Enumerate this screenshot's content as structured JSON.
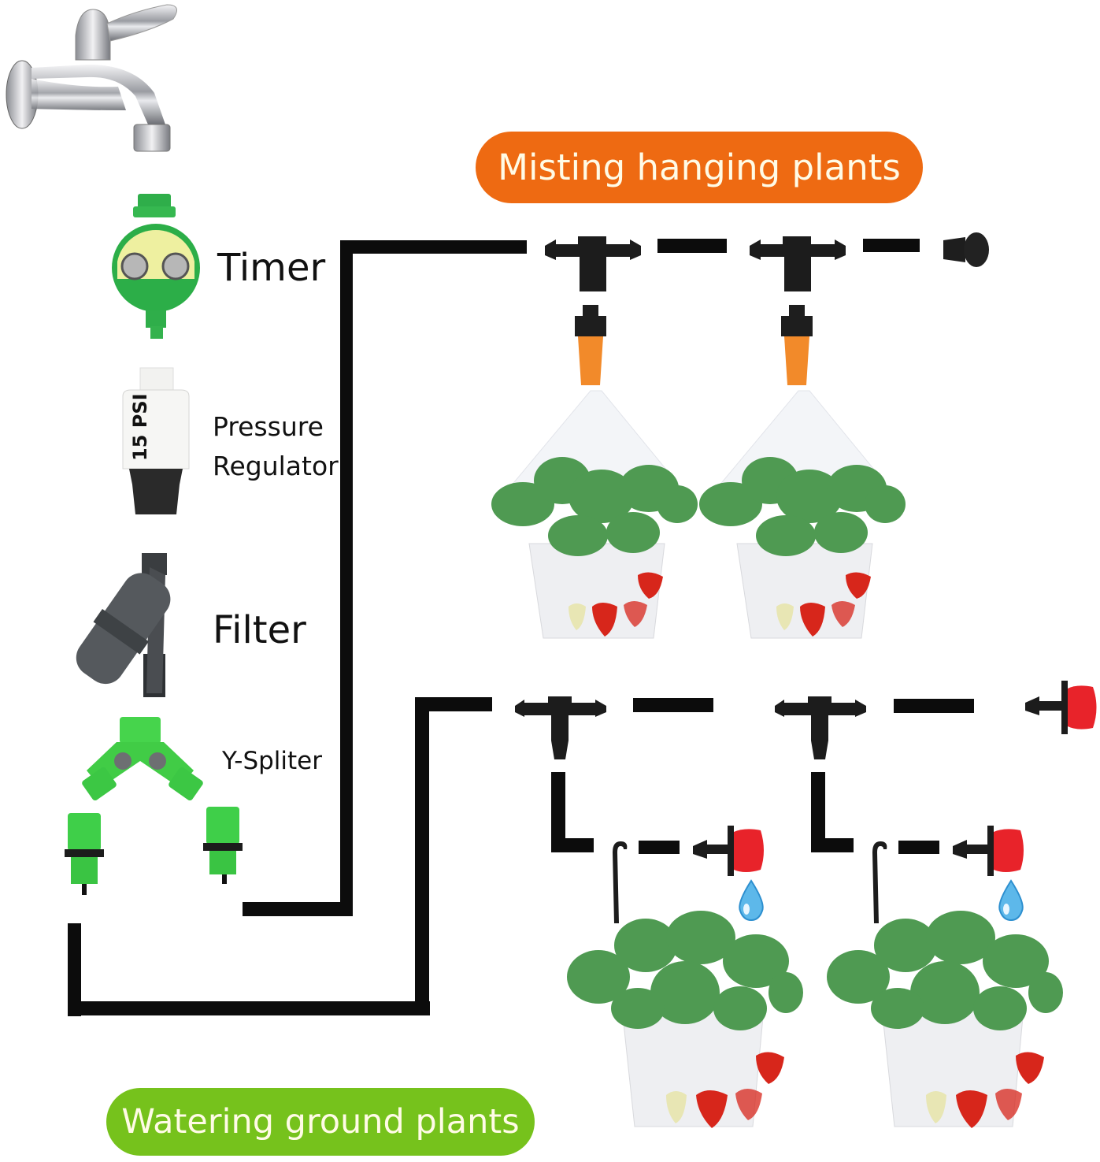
{
  "title": "Drip irrigation kit connection diagram",
  "sections": {
    "misting": {
      "label": "Misting hanging plants",
      "color": "#ee6a12"
    },
    "watering": {
      "label": "Watering ground plants",
      "color": "#76c21c"
    }
  },
  "components": [
    {
      "id": "faucet",
      "label": "",
      "icon": "faucet-icon"
    },
    {
      "id": "timer",
      "label": "Timer",
      "icon": "timer-icon"
    },
    {
      "id": "pressure_regulator",
      "label_line1": "Pressure",
      "label_line2": "Regulator",
      "icon": "pressure-regulator-icon",
      "marking": "15 PSI"
    },
    {
      "id": "filter",
      "label": "Filter",
      "icon": "filter-icon"
    },
    {
      "id": "y_splitter",
      "label": "Y-Spliter",
      "icon": "y-splitter-icon"
    }
  ],
  "misting_line": {
    "fittings": [
      "tee-connector",
      "tee-connector",
      "end-plug"
    ],
    "nozzles": [
      "orange-mist-nozzle",
      "orange-mist-nozzle"
    ],
    "plants": [
      "hanging-strawberry-pot",
      "hanging-strawberry-pot"
    ]
  },
  "watering_line": {
    "fittings": [
      "tee-connector",
      "tee-connector",
      "red-dripper"
    ],
    "drippers": [
      "red-dripper",
      "red-dripper"
    ],
    "stakes": [
      "drip-stake",
      "drip-stake"
    ],
    "plants": [
      "ground-strawberry-pot",
      "ground-strawberry-pot"
    ]
  },
  "colors": {
    "pipe": "#0c0c0c",
    "fitting": "#1c1c1c",
    "nozzle_orange": "#f28a2a",
    "dripper_red": "#e8232a",
    "connector_green": "#3ec83a",
    "leaf_green": "#4f9a52",
    "strawberry_red": "#d7261b",
    "pot_white": "#f2f2f4",
    "water_blue": "#5db8ea"
  }
}
